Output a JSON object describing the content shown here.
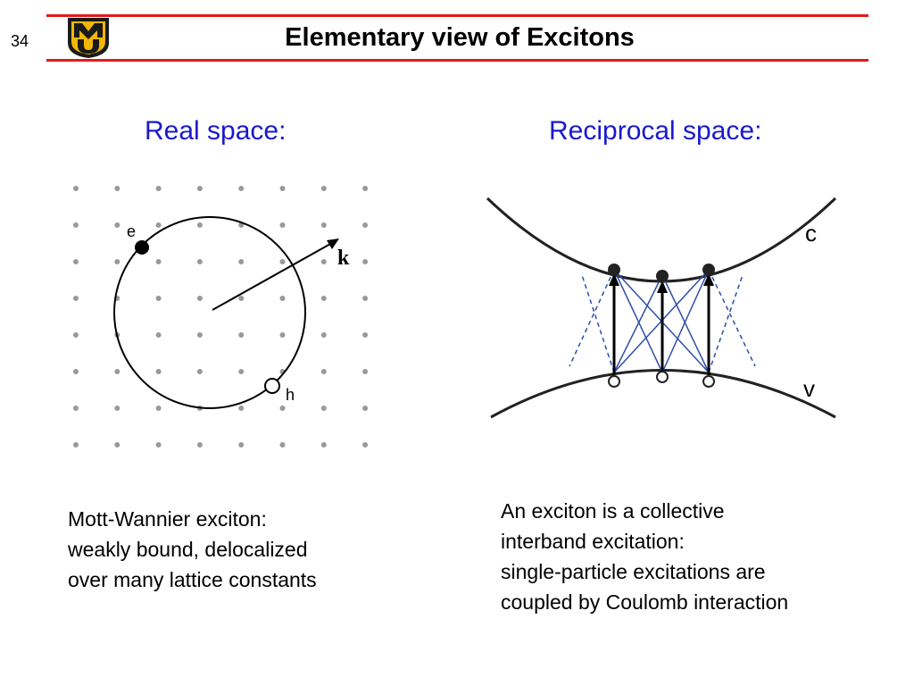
{
  "slide": {
    "number": "34",
    "title": "Elementary view of Excitons"
  },
  "colors": {
    "rule": "#e31a1a",
    "heading": "#1a1acd",
    "logo_gold": "#f2b705",
    "logo_black": "#1a1a1a",
    "coupling_lines": "#2f4fa8"
  },
  "real_space": {
    "heading": "Real space:",
    "electron_label": "e",
    "hole_label": "h",
    "wavevector_label": "k",
    "caption_lines": [
      "Mott-Wannier exciton:",
      "weakly bound, delocalized",
      "over many lattice constants"
    ]
  },
  "reciprocal_space": {
    "heading": "Reciprocal space:",
    "conduction_band_label": "c",
    "valence_band_label": "v",
    "caption_lines": [
      "An exciton is a collective",
      "interband excitation:",
      "single-particle excitations are",
      "coupled by Coulomb interaction"
    ]
  },
  "logo": {
    "letters": "MU",
    "icon": "university-logo-icon"
  }
}
